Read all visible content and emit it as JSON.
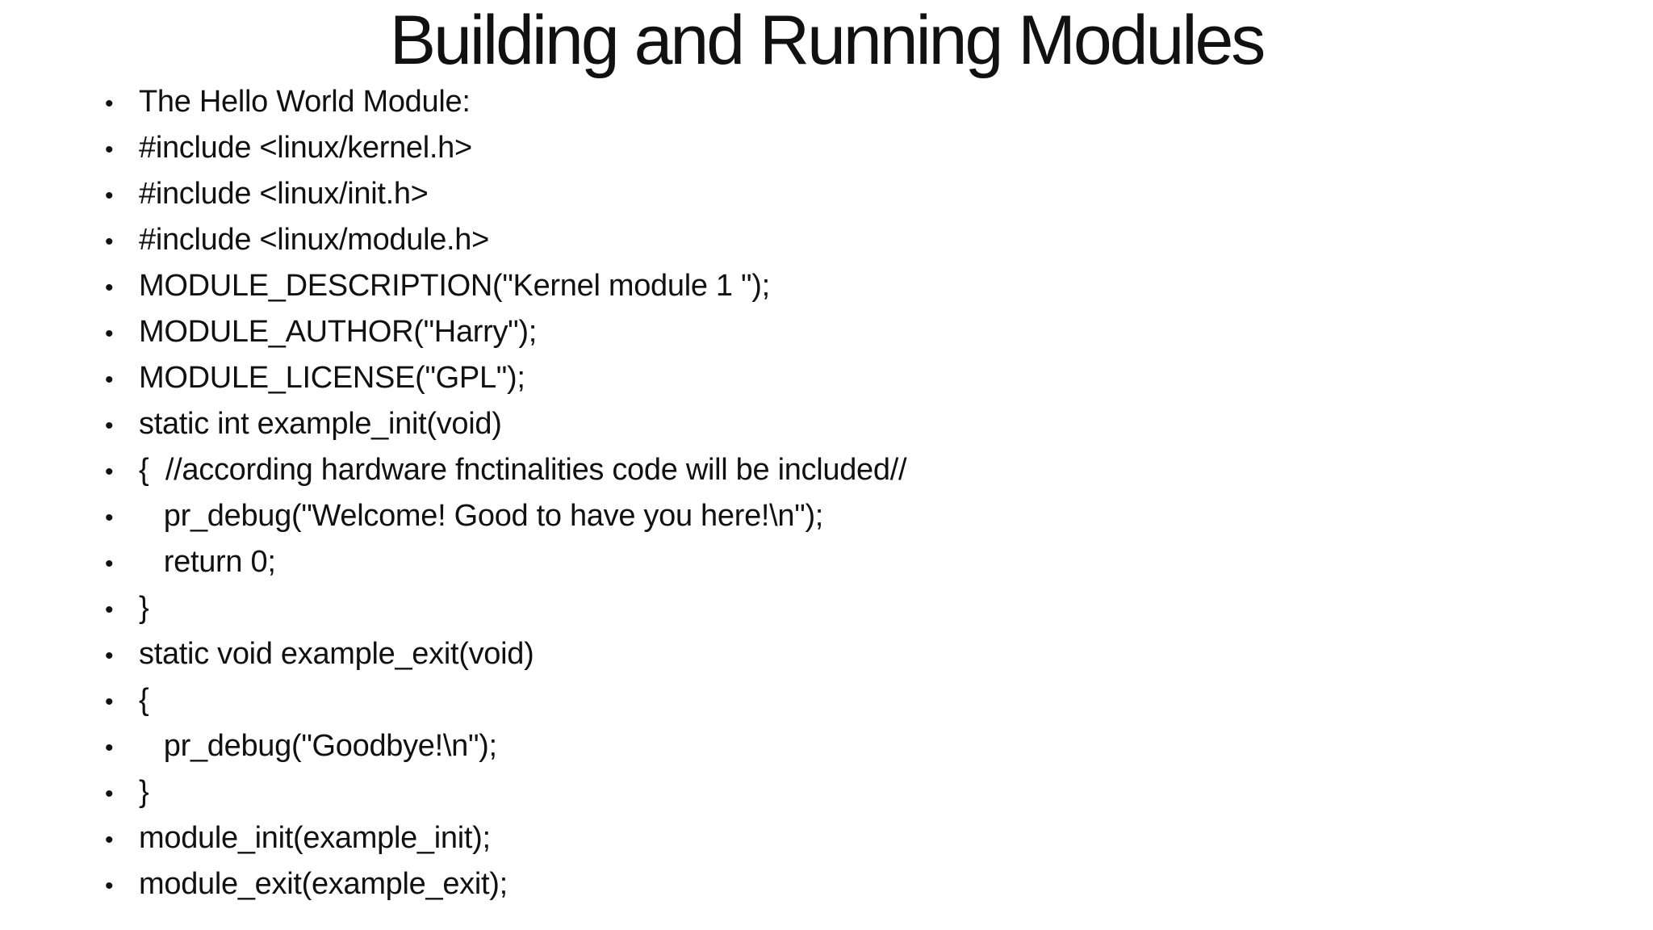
{
  "slide": {
    "title": "Building and Running Modules",
    "bullet_char": "•",
    "colors": {
      "background": "#ffffff",
      "text": "#111111"
    },
    "bullets": [
      {
        "text": "The Hello World Module:"
      },
      {
        "text": "#include <linux/kernel.h>"
      },
      {
        "text": "#include <linux/init.h>"
      },
      {
        "text": "#include <linux/module.h>"
      },
      {
        "text": "MODULE_DESCRIPTION(\"Kernel module 1 \");"
      },
      {
        "text": "MODULE_AUTHOR(\"Harry\");"
      },
      {
        "text": "MODULE_LICENSE(\"GPL\");"
      },
      {
        "text": "static int example_init(void)"
      },
      {
        "text": "{  //according hardware fnctinalities code will be included//"
      },
      {
        "text": "   pr_debug(\"Welcome! Good to have you here!\\n\");"
      },
      {
        "text": "   return 0;"
      },
      {
        "text": "}"
      },
      {
        "text": "static void example_exit(void)"
      },
      {
        "text": "{"
      },
      {
        "text": "   pr_debug(\"Goodbye!\\n\");"
      },
      {
        "text": "}"
      },
      {
        "text": "module_init(example_init);"
      },
      {
        "text": "module_exit(example_exit);"
      }
    ]
  }
}
